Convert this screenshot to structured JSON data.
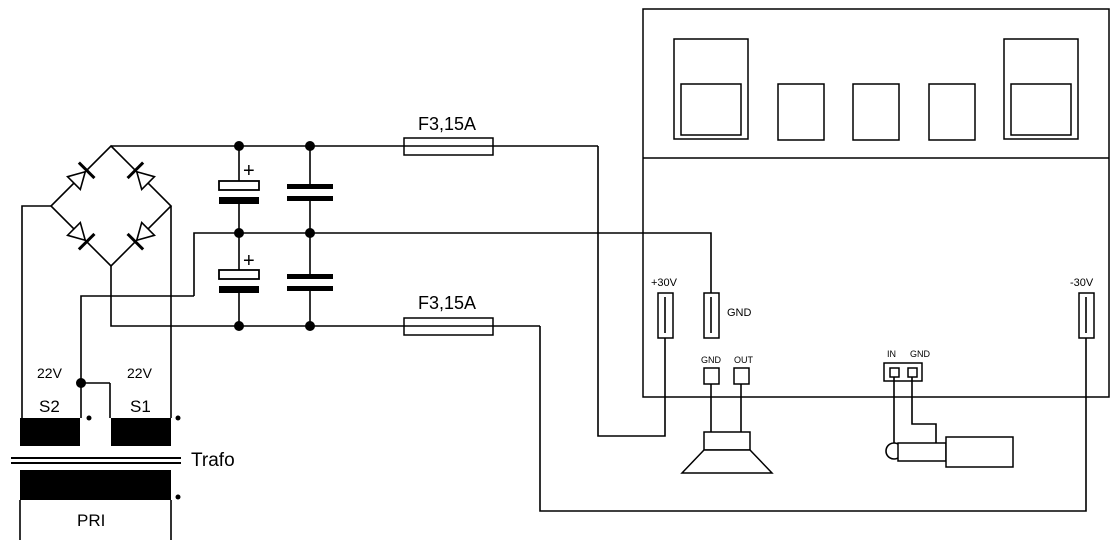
{
  "labels": {
    "fuse_top": "F3,15A",
    "fuse_bottom": "F3,15A",
    "plus_cap_top": "+",
    "plus_cap_bottom": "+",
    "v_left": "22V",
    "v_right": "22V",
    "s2": "S2",
    "s1": "S1",
    "trafo": "Trafo",
    "pri": "PRI",
    "plus30": "+30V",
    "minus30": "-30V",
    "gnd_main": "GND",
    "spk_gnd": "GND",
    "spk_out": "OUT",
    "in_in": "IN",
    "in_gnd": "GND"
  },
  "colors": {
    "ink": "#000000",
    "paper": "#ffffff"
  }
}
